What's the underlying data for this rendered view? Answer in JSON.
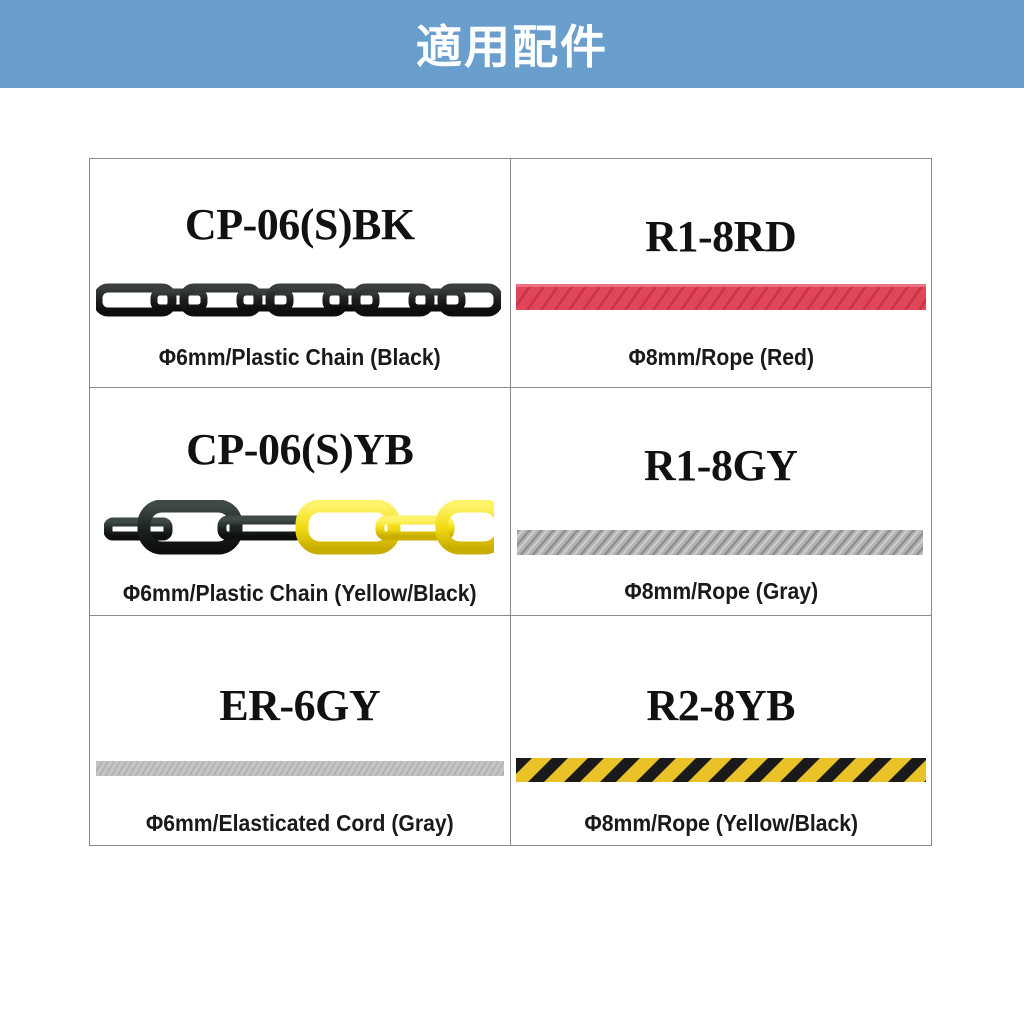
{
  "header": {
    "title": "適用配件"
  },
  "items": [
    {
      "code": "CP-06(S)BK",
      "caption": "Φ6mm/Plastic Chain (Black)",
      "visual": "black-plastic-chain"
    },
    {
      "code": "R1-8RD",
      "caption": "Φ8mm/Rope (Red)",
      "visual": "red-rope"
    },
    {
      "code": "CP-06(S)YB",
      "caption": "Φ6mm/Plastic Chain (Yellow/Black)",
      "visual": "yellow-black-plastic-chain"
    },
    {
      "code": "R1-8GY",
      "caption": "Φ8mm/Rope (Gray)",
      "visual": "gray-rope"
    },
    {
      "code": "ER-6GY",
      "caption": "Φ6mm/Elasticated Cord (Gray)",
      "visual": "gray-elasticated-cord"
    },
    {
      "code": "R2-8YB",
      "caption": "Φ8mm/Rope (Yellow/Black)",
      "visual": "yellow-black-rope"
    }
  ],
  "colors": {
    "banner": "#6a9fcd",
    "chain_black": "#1c1f1e",
    "chain_yellow": "#f2dc14",
    "rope_red": "#e0455a",
    "rope_gray": "#a9a9a9",
    "cord_gray": "#bdbdbd",
    "rope_stripe_yellow": "#e8c227",
    "rope_stripe_black": "#1a1a1a"
  }
}
